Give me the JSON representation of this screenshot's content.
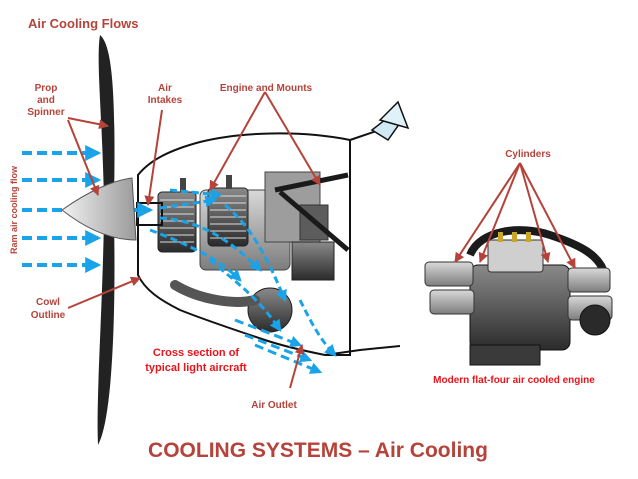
{
  "header": {
    "label": "Air Cooling Flows"
  },
  "labels": {
    "prop_line1": "Prop",
    "prop_line2": "and",
    "prop_line3": "Spinner",
    "air_intakes_line1": "Air",
    "air_intakes_line2": "Intakes",
    "engine_mounts": "Engine and Mounts",
    "ram_air": "Ram air cooling flow",
    "cylinders": "Cylinders",
    "cowl_line1": "Cowl",
    "cowl_line2": "Outline",
    "cross_section_line1": "Cross section of",
    "cross_section_line2": "typical light aircraft",
    "air_outlet": "Air Outlet",
    "modern_engine": "Modern flat-four air cooled engine"
  },
  "footer": {
    "title": "COOLING SYSTEMS – Air Cooling"
  },
  "colors": {
    "label": "#b5433a",
    "label_red": "#e8141b",
    "arrow_blue": "#1aa3e8",
    "pointer": "#b5433a"
  }
}
